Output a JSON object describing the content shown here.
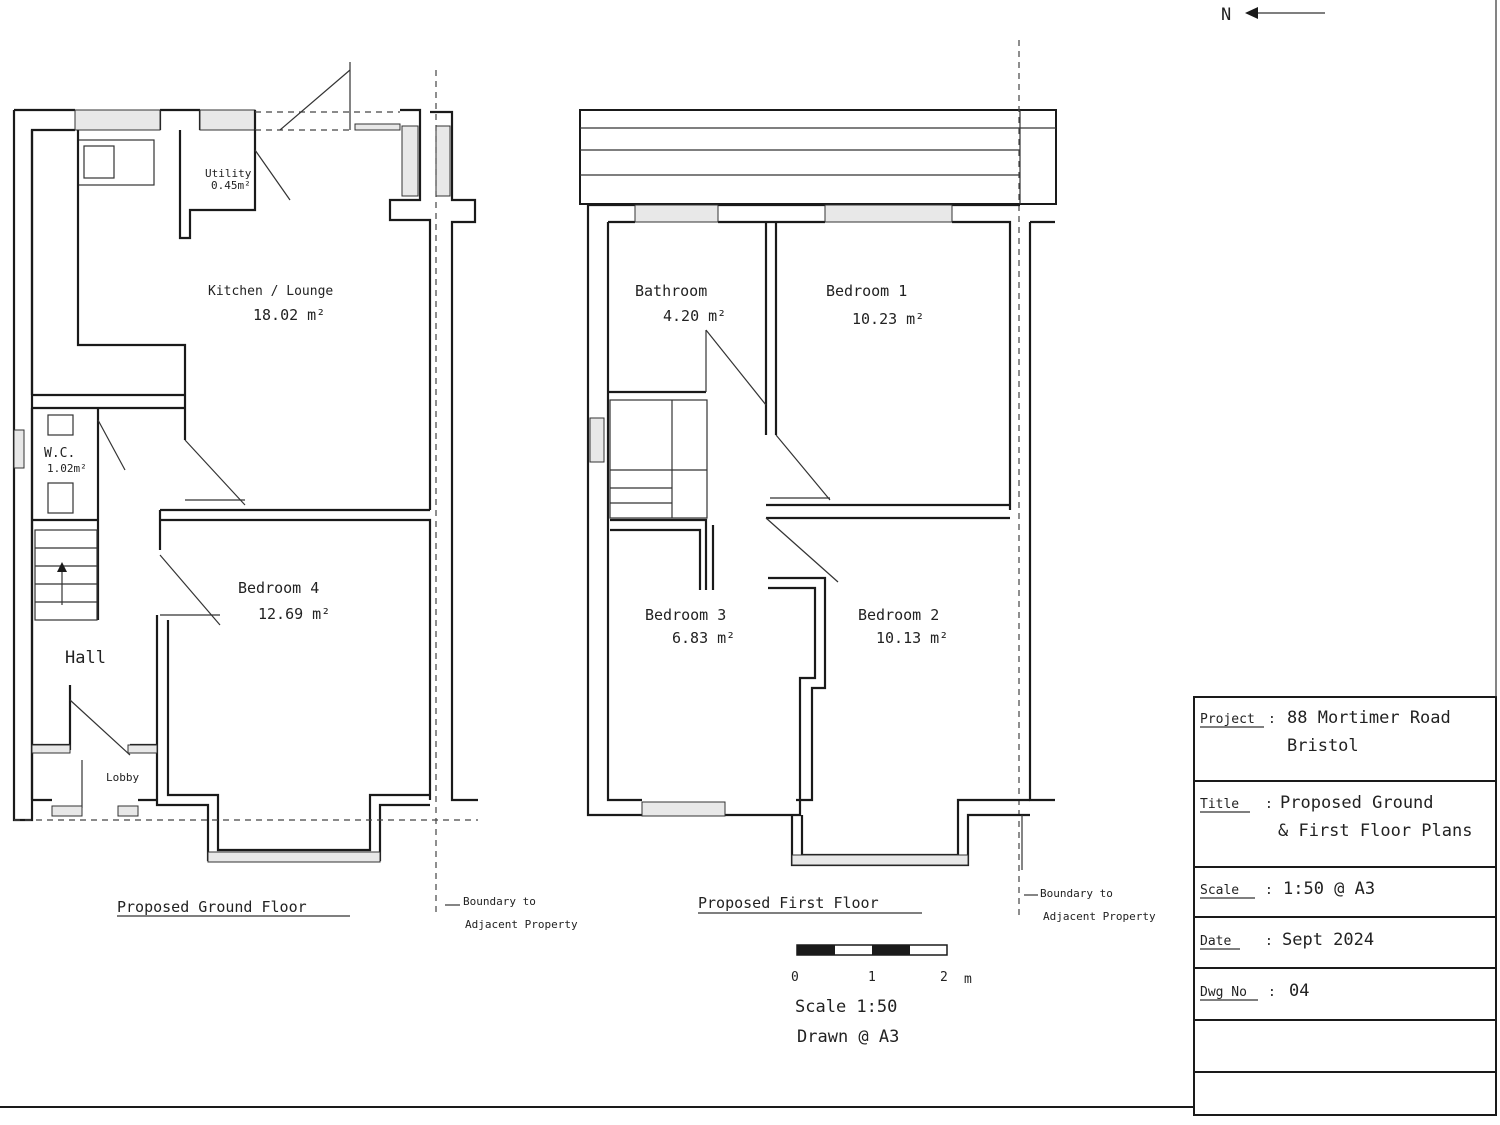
{
  "north": {
    "label": "N"
  },
  "ground_floor": {
    "title": "Proposed Ground Floor",
    "rooms": [
      {
        "name": "Utility",
        "area": "0.45m²"
      },
      {
        "name": "Kitchen / Lounge",
        "area": "18.02 m²"
      },
      {
        "name": "W.C.",
        "area": "1.02m²"
      },
      {
        "name": "Bedroom 4",
        "area": "12.69 m²"
      },
      {
        "name": "Hall",
        "area": ""
      },
      {
        "name": "Lobby",
        "area": ""
      }
    ],
    "boundary_note": [
      "Boundary to",
      "Adjacent Property"
    ]
  },
  "first_floor": {
    "title": "Proposed First Floor",
    "rooms": [
      {
        "name": "Bathroom",
        "area": "4.20 m²"
      },
      {
        "name": "Bedroom 1",
        "area": "10.23 m²"
      },
      {
        "name": "Bedroom 3",
        "area": "6.83 m²"
      },
      {
        "name": "Bedroom 2",
        "area": "10.13 m²"
      }
    ],
    "boundary_note": [
      "Boundary to",
      "Adjacent Property"
    ]
  },
  "scale_bar": {
    "ticks": [
      "0",
      "1",
      "2"
    ],
    "unit": "m",
    "caption": [
      "Scale 1:50",
      "Drawn @ A3"
    ]
  },
  "title_block": {
    "project_label": "Project",
    "project_value": [
      "88 Mortimer Road",
      "Bristol"
    ],
    "title_label": "Title",
    "title_value": [
      "Proposed Ground",
      "& First Floor Plans"
    ],
    "scale_label": "Scale",
    "scale_value": "1:50 @ A3",
    "date_label": "Date",
    "date_value": "Sept 2024",
    "dwg_label": "Dwg No",
    "dwg_value": "04"
  }
}
